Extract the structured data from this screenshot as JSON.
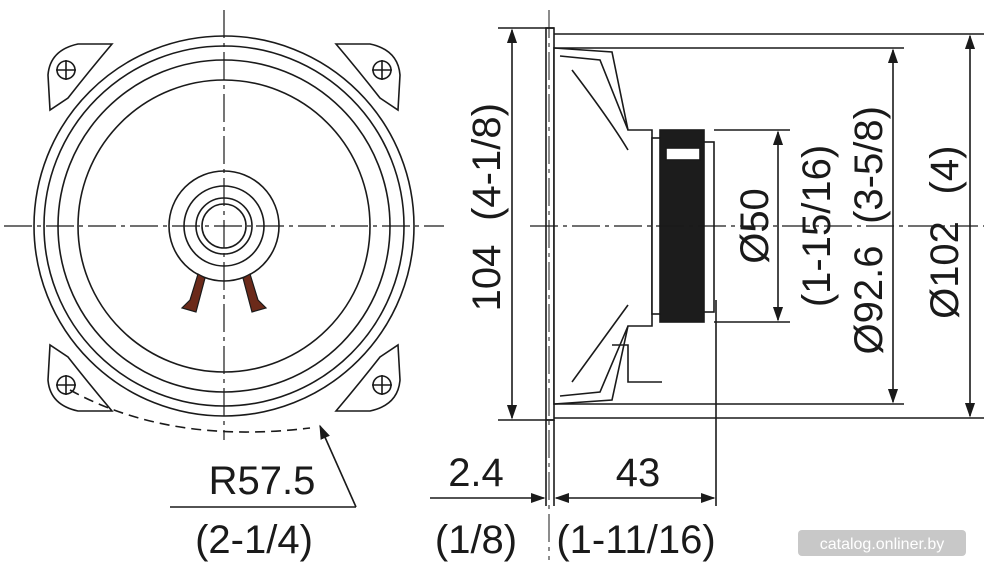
{
  "front_view": {
    "radius_metric": "R57.5",
    "radius_imperial": "(2-1/4)"
  },
  "side_view": {
    "height_metric": "104",
    "height_imperial": "(4-1/8)",
    "magnet_diameter_metric": "Ø50",
    "magnet_diameter_imperial": "(1-15/16)",
    "cutout_diameter_metric": "Ø92.6",
    "cutout_diameter_imperial": "(3-5/8)",
    "outer_diameter_metric": "Ø102",
    "outer_diameter_imperial": "(4)",
    "flange_depth_metric": "2.4",
    "flange_depth_imperial": "(1/8)",
    "mount_depth_metric": "43",
    "mount_depth_imperial": "(1-11/16)"
  },
  "watermark": "catalog.onliner.by",
  "colors": {
    "line": "#1a1a1a",
    "terminal": "#6b2a1a",
    "magnet": "#1c1c1c",
    "watermark_bg": "#c8c8c8"
  }
}
